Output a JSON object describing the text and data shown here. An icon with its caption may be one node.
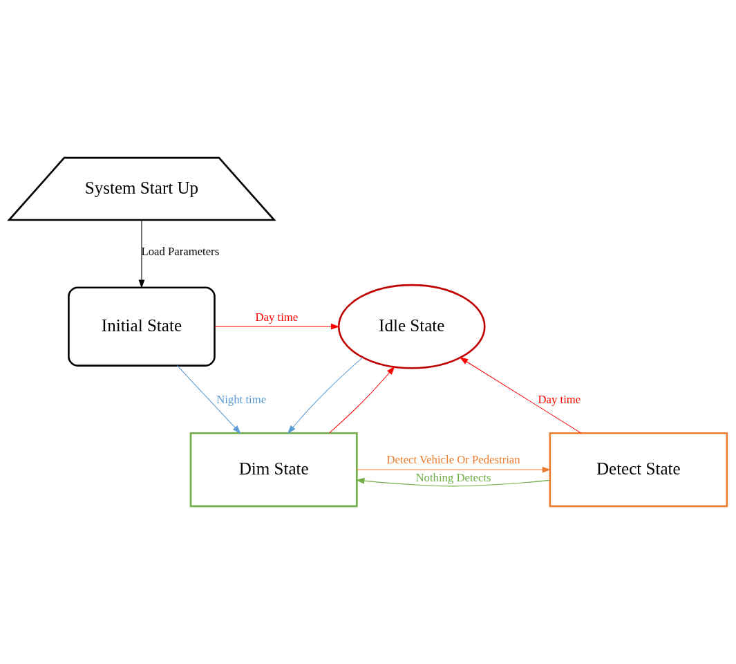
{
  "diagram": {
    "nodes": [
      {
        "text": [
          "System Start Up"
        ]
      },
      {
        "text": [
          "Initial State"
        ]
      },
      {
        "text": [
          "Idle State"
        ]
      },
      {
        "text": [
          "Dim State"
        ]
      },
      {
        "text": [
          "Detect State"
        ]
      }
    ],
    "edges": [
      {
        "from": 0,
        "to": 1,
        "arrow": "to",
        "label": "Load Parameters",
        "color": "#000000"
      },
      {
        "from": 1,
        "to": 2,
        "arrow": "to",
        "label": "Day time",
        "color": "#ff0000"
      },
      {
        "from": 1,
        "to": 3,
        "arrow": "to",
        "label": "Night time",
        "color": "#5b9bd5"
      },
      {
        "from": 2,
        "to": 3,
        "arrow": "to",
        "color": "#5b9bd5"
      },
      {
        "from": 3,
        "to": 2,
        "arrow": "to",
        "color": "#ff0000"
      },
      {
        "from": 4,
        "to": 2,
        "arrow": "to",
        "label": "Day time",
        "color": "#ff0000"
      },
      {
        "from": 4,
        "to": 3,
        "arrow": "to",
        "label": "Nothing Detects",
        "color": "#70ad47"
      },
      {
        "from": 3,
        "to": 4,
        "arrow": "to",
        "label": "Detect Vehicle Or Pedestrian",
        "color": "#ed7d31"
      }
    ]
  }
}
